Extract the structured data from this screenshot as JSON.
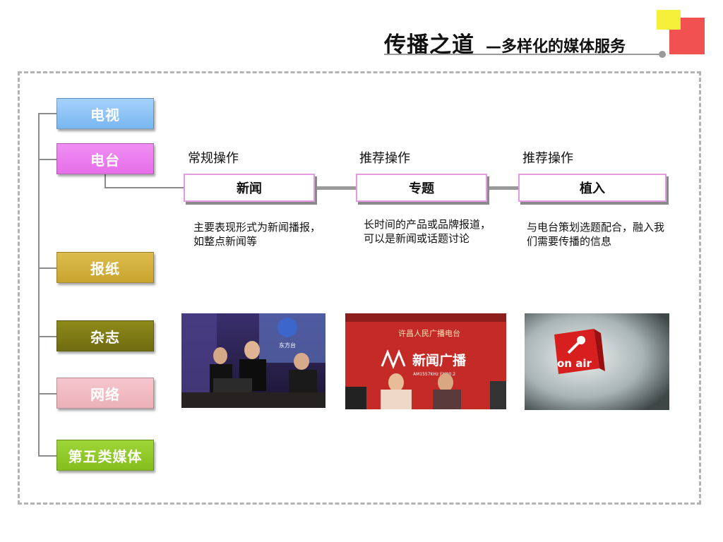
{
  "header": {
    "title": "传播之道",
    "subtitle": "—多样化的媒体服务"
  },
  "categories": [
    {
      "label": "电视",
      "color": "#8ec4f7"
    },
    {
      "label": "电台",
      "color": "#eb7eee"
    },
    {
      "label": "报纸",
      "color": "#d3b13e"
    },
    {
      "label": "杂志",
      "color": "#7f7b15"
    },
    {
      "label": "网络",
      "color": "#f1bbc3"
    },
    {
      "label": "第五类媒体",
      "color": "#92ca2a"
    }
  ],
  "operations": [
    {
      "type_label": "常规操作",
      "name": "新闻",
      "desc": "主要表现形式为新闻播报，如整点新闻等"
    },
    {
      "type_label": "推荐操作",
      "name": "专题",
      "desc": "长时间的产品或品牌报道，可以是新闻或话题讨论"
    },
    {
      "type_label": "推荐操作",
      "name": "植入",
      "desc": "与电台策划选题配合，融入我们需要传播的信息"
    }
  ],
  "photos": {
    "studio_logo_text": "东方台",
    "broadcast_wall_top": "许昌人民广播电台",
    "broadcast_wall_main": "新闻广播",
    "broadcast_wall_freq": "AM1557KHz FM90.2",
    "onair_text": "on air"
  },
  "colors": {
    "accent_pink": "#e79ae4",
    "deco_yellow": "#f5f03a",
    "deco_red": "#f04848"
  }
}
